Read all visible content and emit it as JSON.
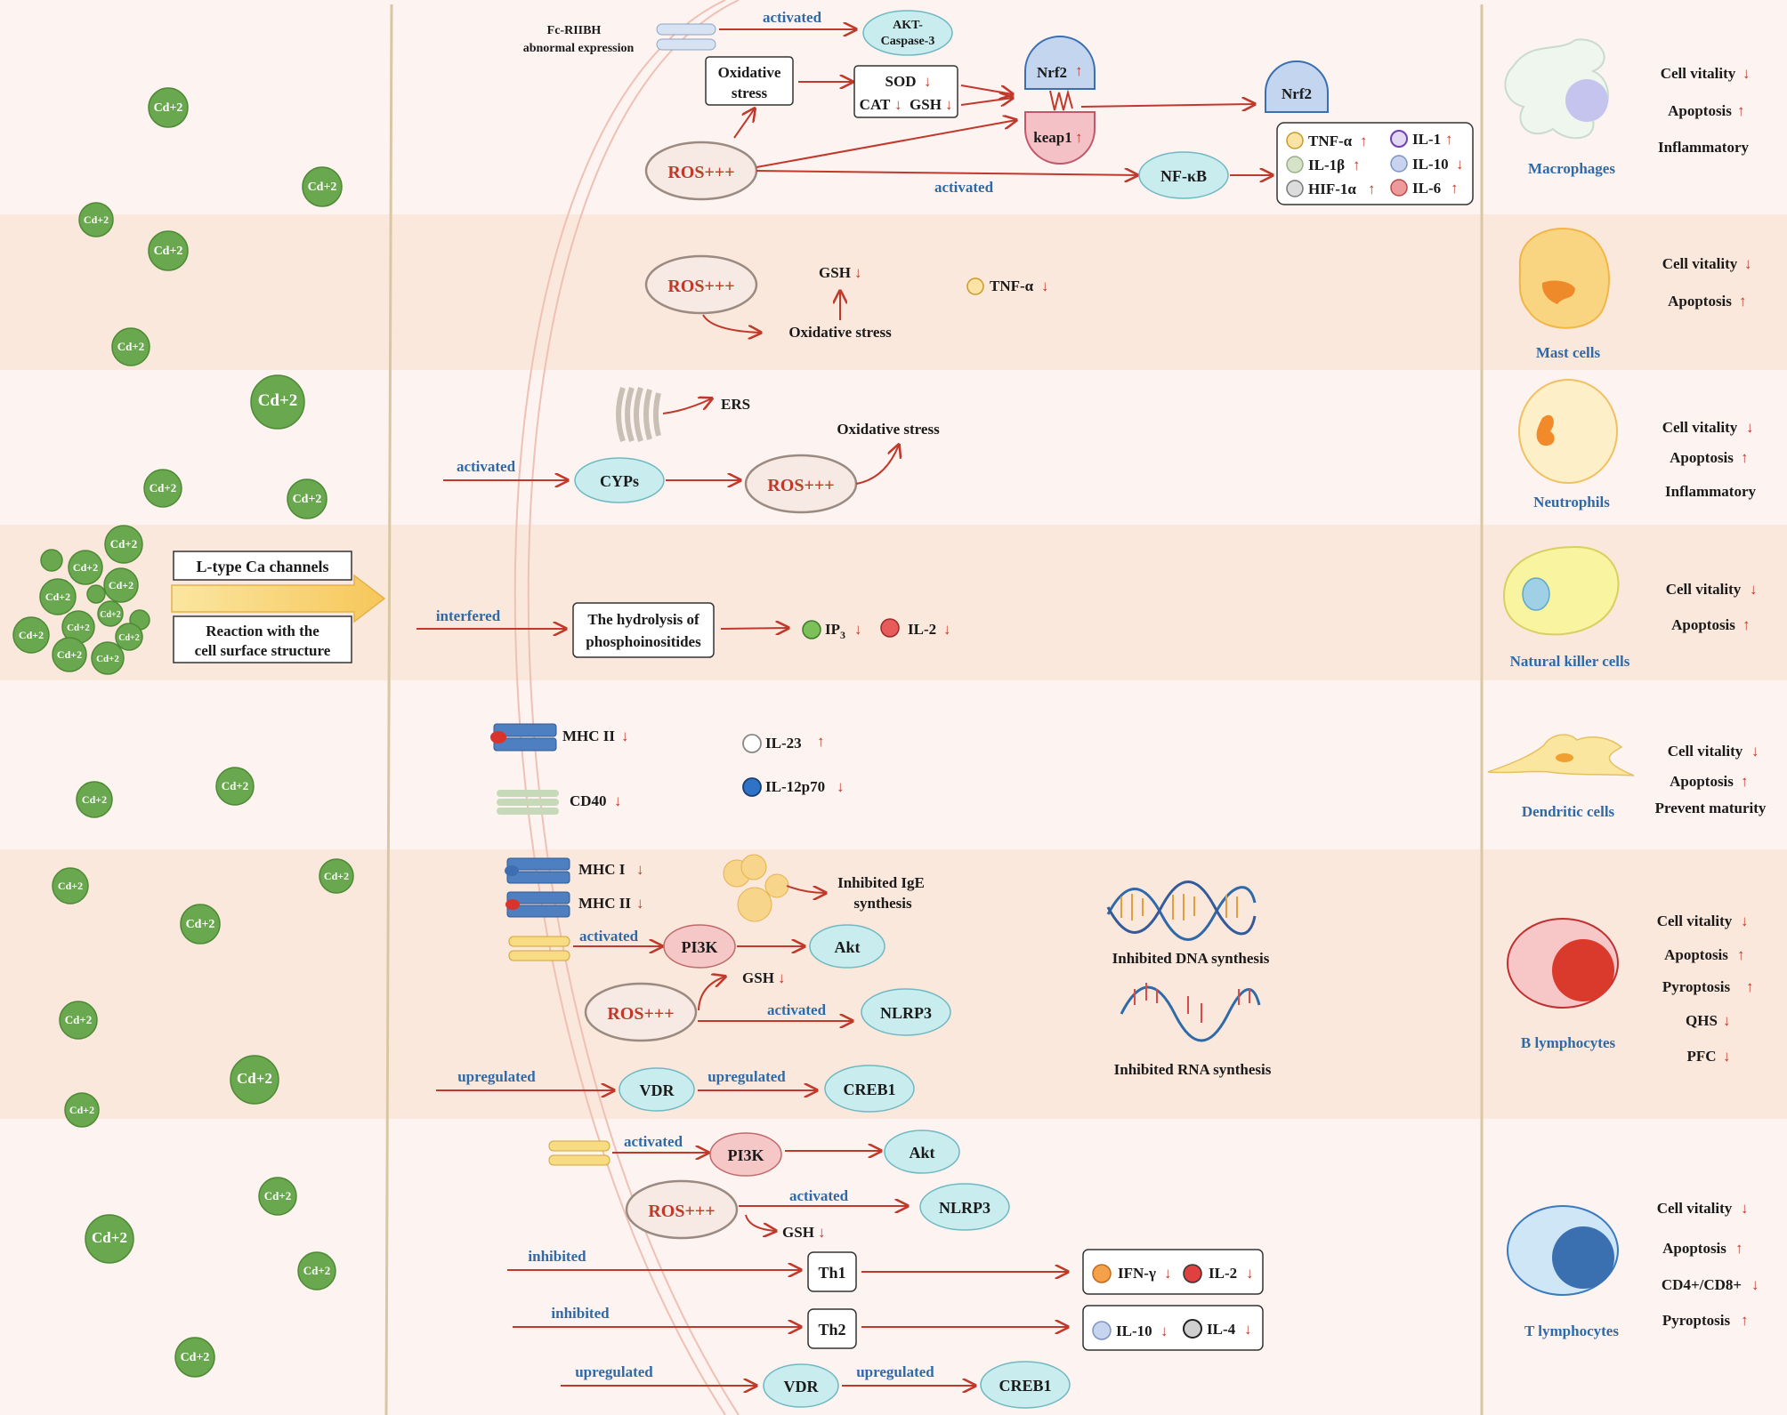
{
  "cadmium_label": "Cd+2",
  "entry": {
    "l_type": "L-type Ca channels",
    "reaction_line1": "Reaction with the",
    "reaction_line2": "cell surface structure"
  },
  "colors": {
    "band": "#fae8dc",
    "arrow": "#c0392b",
    "label_blue": "#2f6aa8",
    "cd_green": "#6aa84f",
    "ros_fill": "#f7e9e3",
    "cyan_node": "#c9ecef"
  },
  "macrophage": {
    "fc_line1": "Fc-RIIBH",
    "fc_line2": "abnormal  expression",
    "activated_top": "activated",
    "akt_line1": "AKT-",
    "akt_line2": "Caspase-3",
    "ox_line1": "Oxidative",
    "ox_line2": "stress",
    "sod": "SOD",
    "cat": "CAT",
    "gsh": "GSH",
    "nrf2": "Nrf2",
    "keap1": "keap1",
    "nrf2_free": "Nrf2",
    "ros": "ROS+++",
    "activated_bottom": "activated",
    "nfkb": "NF-κB",
    "cytokines": [
      "TNF-α",
      "IL-1",
      "IL-1β",
      "IL-10",
      "HIF-1α",
      "IL-6"
    ],
    "cell_name": "Macrophages",
    "effects": [
      "Cell vitality",
      "Apoptosis",
      "Inflammatory"
    ]
  },
  "mast": {
    "ros": "ROS+++",
    "gsh": "GSH",
    "ox": "Oxidative   stress",
    "tnf": "TNF-α",
    "cell_name": "Mast cells",
    "effects": [
      "Cell vitality",
      "Apoptosis"
    ]
  },
  "neutrophil": {
    "ers": "ERS",
    "ox": "Oxidative   stress",
    "activated": "activated",
    "cyps": "CYPs",
    "ros": "ROS+++",
    "cell_name": "Neutrophils",
    "effects": [
      "Cell vitality",
      "Apoptosis",
      "Inflammatory"
    ]
  },
  "nk": {
    "interfered": "interfered",
    "hydro_line1": "The hydrolysis of",
    "hydro_line2": "phosphoinositides",
    "ip3": "IP",
    "ip3_sub": "3",
    "il2": "IL-2",
    "cell_name": "Natural killer cells",
    "effects": [
      "Cell vitality",
      "Apoptosis"
    ]
  },
  "dendritic": {
    "mhc2": "MHC II",
    "cd40": "CD40",
    "il23": "IL-23",
    "il12": "IL-12p70",
    "cell_name": "Dendritic cells",
    "effects": [
      "Cell vitality",
      "Apoptosis",
      "Prevent maturity"
    ]
  },
  "bcell": {
    "mhc1": "MHC I",
    "mhc2": "MHC II",
    "ige_line1": "Inhibited IgE",
    "ige_line2": "synthesis",
    "activated1": "activated",
    "pi3k": "PI3K",
    "akt": "Akt",
    "gsh": "GSH",
    "ros": "ROS+++",
    "activated2": "activated",
    "nlrp3": "NLRP3",
    "up1": "upregulated",
    "vdr": "VDR",
    "up2": "upregulated",
    "creb": "CREB1",
    "dna": "Inhibited DNA synthesis",
    "rna": "Inhibited RNA synthesis",
    "cell_name": "B lymphocytes",
    "effects": [
      "Cell vitality",
      "Apoptosis",
      "Pyroptosis",
      "QHS",
      "PFC"
    ]
  },
  "tcell": {
    "activated1": "activated",
    "pi3k": "PI3K",
    "akt": "Akt",
    "ros": "ROS+++",
    "activated2": "activated",
    "nlrp3": "NLRP3",
    "gsh": "GSH",
    "inhibited1": "inhibited",
    "th1": "Th1",
    "ifn": "IFN-γ",
    "il2": "IL-2",
    "inhibited2": "inhibited",
    "th2": "Th2",
    "il10": "IL-10",
    "il4": "IL-4",
    "up1": "upregulated",
    "vdr": "VDR",
    "up2": "upregulated",
    "creb": "CREB1",
    "cell_name": "T lymphocytes",
    "effects": [
      "Cell vitality",
      "Apoptosis",
      "CD4+/CD8+",
      "Pyroptosis"
    ]
  }
}
